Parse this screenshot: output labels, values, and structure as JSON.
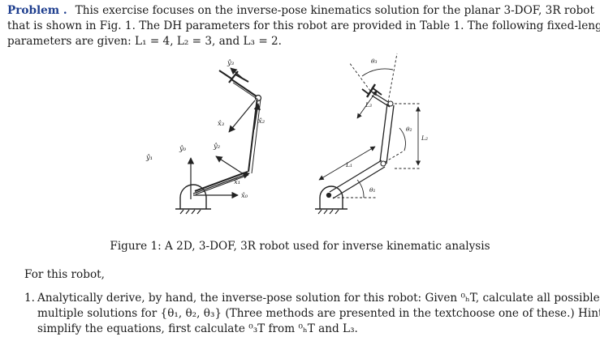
{
  "problem": {
    "heading": "Problem .",
    "line1": "This exercise focuses on the inverse-pose kinematics solution for the planar 3-DOF, 3R robot",
    "line2": "that is shown in Fig. 1. The DH parameters for this robot are provided in Table 1. The following fixed-length",
    "line3": "parameters are given: L₁ = 4, L₂ = 3, and L₃ = 2."
  },
  "figure": {
    "caption": "Figure 1: A 2D, 3-DOF, 3R robot used for inverse kinematic analysis",
    "left_labels": {
      "y3": "ŷ₃",
      "x3": "x̂₃",
      "y2": "ŷ₂",
      "x2": "x̂₂",
      "y0": "ŷ₀",
      "y1": "ŷ₁",
      "x1": "x̂₁",
      "x0": "x̂₀"
    },
    "right_labels": {
      "theta3": "θ₃",
      "l3": "L₃",
      "theta2": "θ₂",
      "l2": "L₂",
      "l1": "L₁",
      "theta1": "θ₁"
    }
  },
  "body": {
    "lead": "For this robot,",
    "item_number": "1.",
    "item_line1": "Analytically derive, by hand, the inverse-pose solution for this robot: Given ⁰ₕT, calculate all possible",
    "item_line2": "multiple solutions for {θ₁, θ₂, θ₃} (Three methods are presented in the textchoose one of these.) Hint: To",
    "item_line3": "simplify the equations, first calculate ⁰₃T from ⁰ₕT and L₃."
  }
}
